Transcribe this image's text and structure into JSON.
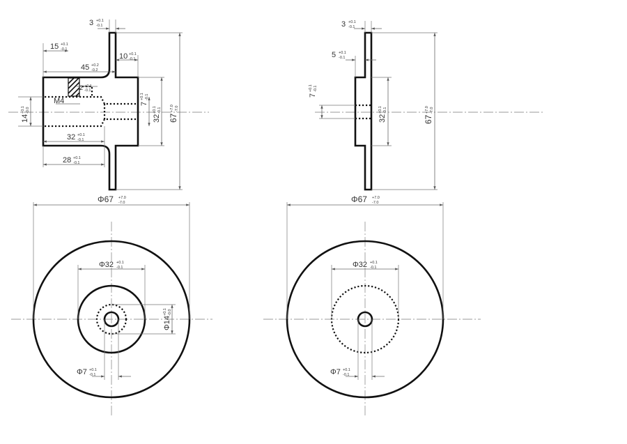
{
  "dimensions": {
    "side_left": {
      "flange_thickness": {
        "value": "3",
        "tol_upper": "+0.1",
        "tol_lower": "-0.1"
      },
      "thread_depth": {
        "value": "15",
        "tol_upper": "+0.1",
        "tol_lower": "-0.1"
      },
      "overall_length": {
        "value": "45",
        "tol_upper": "+0.2",
        "tol_lower": "-0.2"
      },
      "hub_offset": {
        "value": "10",
        "tol_upper": "+0.1",
        "tol_lower": "-0.1"
      },
      "fillet": {
        "value": "2",
        "tol_upper": "+0.1",
        "tol_lower": "-0.1"
      },
      "thread_label": "M4",
      "bore": {
        "value": "7",
        "tol_upper": "+0.1",
        "tol_lower": "-0.1"
      },
      "hub_height": {
        "value": "32",
        "tol_upper": "+0.1",
        "tol_lower": "-0.1"
      },
      "flange_height": {
        "value": "67",
        "tol_upper": "+7.0",
        "tol_lower": "-7.0"
      },
      "counterbore": {
        "value": "14",
        "tol_upper": "+0.1",
        "tol_lower": "-0.0"
      },
      "hub_length": {
        "value": "32",
        "tol_upper": "+0.1",
        "tol_lower": "-0.1"
      },
      "body_length": {
        "value": "28",
        "tol_upper": "+0.1",
        "tol_lower": "-0.1"
      }
    },
    "side_right": {
      "flange_thickness": {
        "value": "3",
        "tol_upper": "+0.1",
        "tol_lower": "-0.1"
      },
      "hub_length": {
        "value": "5",
        "tol_upper": "+0.1",
        "tol_lower": "-0.1"
      },
      "bore": {
        "value": "7",
        "tol_upper": "+0.1",
        "tol_lower": "-0.1"
      },
      "hub_height": {
        "value": "32",
        "tol_upper": "+0.1",
        "tol_lower": "-0.1"
      },
      "flange_height": {
        "value": "67",
        "tol_upper": "+7.0",
        "tol_lower": "-7.0"
      }
    },
    "front_left": {
      "outer_diameter": {
        "value": "Φ67",
        "tol_upper": "+7.0",
        "tol_lower": "-7.0"
      },
      "hub_diameter": {
        "value": "Φ32",
        "tol_upper": "+0.1",
        "tol_lower": "-0.1"
      },
      "counterbore_diameter": {
        "value": "Φ14",
        "tol_upper": "+0.1",
        "tol_lower": "-0.0"
      },
      "bore_diameter": {
        "value": "Φ7",
        "tol_upper": "+0.1",
        "tol_lower": "-0.1"
      }
    },
    "front_right": {
      "outer_diameter": {
        "value": "Φ67",
        "tol_upper": "+7.0",
        "tol_lower": "-7.0"
      },
      "hub_diameter": {
        "value": "Φ32",
        "tol_upper": "+0.1",
        "tol_lower": "-0.1"
      },
      "bore_diameter": {
        "value": "Φ7",
        "tol_upper": "+0.1",
        "tol_lower": "-0.1"
      }
    }
  },
  "colors": {
    "outline": "#111111",
    "dimension": "#666666",
    "centerline": "#9a9a9a"
  }
}
